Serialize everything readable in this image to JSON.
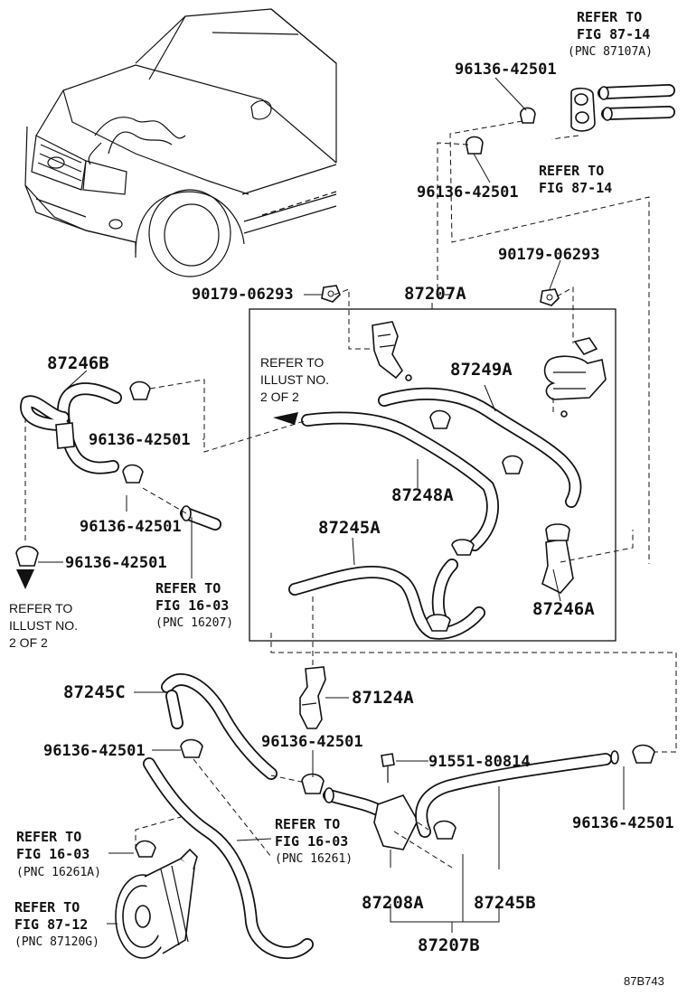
{
  "diagram": {
    "callouts": {
      "refer_87_14_top": {
        "line1": "REFER TO",
        "line2": "FIG 87-14",
        "line3": "(PNC 87107A)"
      },
      "refer_87_14_mid": {
        "line1": "REFER TO",
        "line2": "FIG 87-14"
      },
      "refer_16_03_left": {
        "line1": "REFER TO",
        "line2": "FIG 16-03",
        "line3": "(PNC 16207)"
      },
      "refer_16_03_bottom_left": {
        "line1": "REFER TO",
        "line2": "FIG 16-03",
        "line3": "(PNC 16261A)"
      },
      "refer_87_12": {
        "line1": "REFER TO",
        "line2": "FIG 87-12",
        "line3": "(PNC 87120G)"
      },
      "refer_16_03_center": {
        "line1": "REFER TO",
        "line2": "FIG 16-03",
        "line3": "(PNC 16261)"
      },
      "illust_right": {
        "line1": "REFER TO",
        "line2": "ILLUST NO.",
        "line3": "2 OF 2"
      },
      "illust_left": {
        "line1": "REFER TO",
        "line2": "ILLUST NO.",
        "line3": "2 OF 2"
      }
    },
    "parts": {
      "clamp_top_a": "96136-42501",
      "clamp_top_b": "96136-42501",
      "nut_right": "90179-06293",
      "nut_left": "90179-06293",
      "box_assembly": "87207A",
      "hose_87246b": "87246B",
      "hose_87249a": "87249A",
      "clamp_left_a": "96136-42501",
      "hose_87248a": "87248A",
      "hose_87245a": "87245A",
      "clamp_left_b": "96136-42501",
      "clamp_left_c": "96136-42501",
      "hose_87246a": "87246A",
      "hose_87245c": "87245C",
      "bracket_87124a": "87124A",
      "clamp_bottom_a": "96136-42501",
      "clamp_bottom_b": "96136-42501",
      "bolt": "91551-80814",
      "clamp_bottom_right": "96136-42501",
      "pipe_87208a": "87208A",
      "hose_87245b": "87245B",
      "assembly_87207b": "87207B"
    },
    "illustration_code": "87B743"
  }
}
